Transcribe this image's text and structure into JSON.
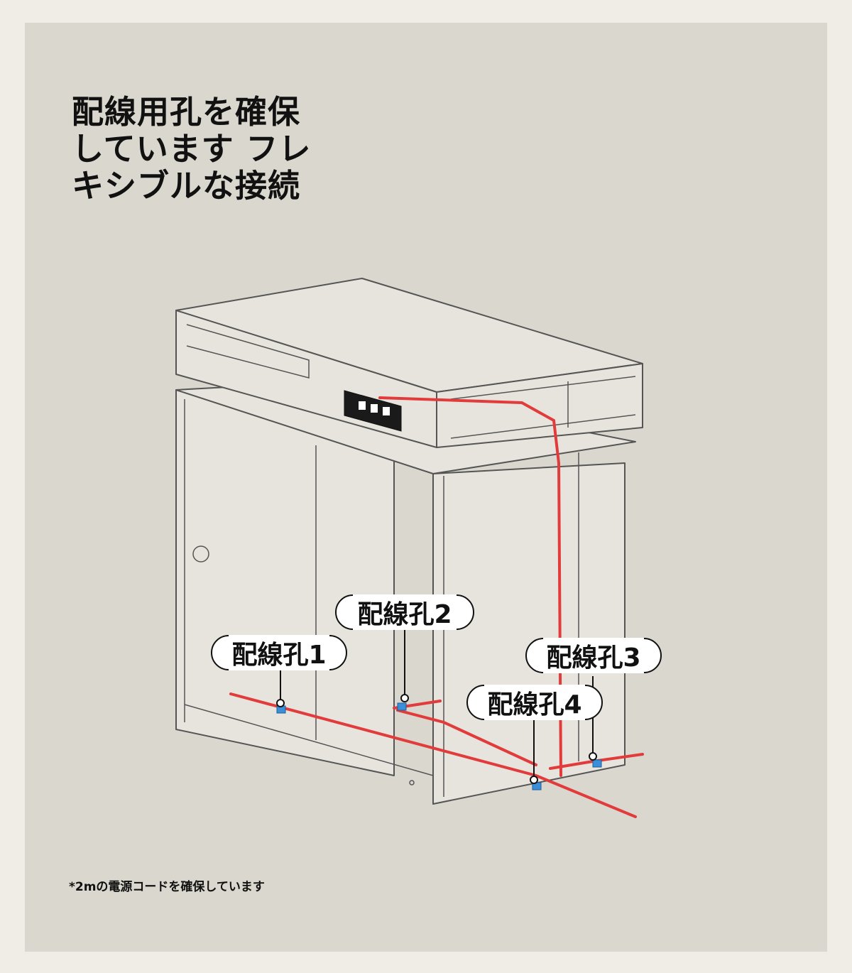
{
  "headline": "配線用孔を確保\nしています フレ\nキシブルな接続",
  "footnote": "*2mの電源コードを確保しています",
  "labels": {
    "hole1": "配線孔1",
    "hole2": "配線孔2",
    "hole3": "配線孔3",
    "hole4": "配線孔4"
  },
  "colors": {
    "page_bg": "#efede6",
    "panel_bg": "#d9d7ce",
    "cabinet_fill": "#e6e4dc",
    "line": "#555555",
    "cable": "#e23b3b",
    "clip": "#3a8fd8"
  }
}
